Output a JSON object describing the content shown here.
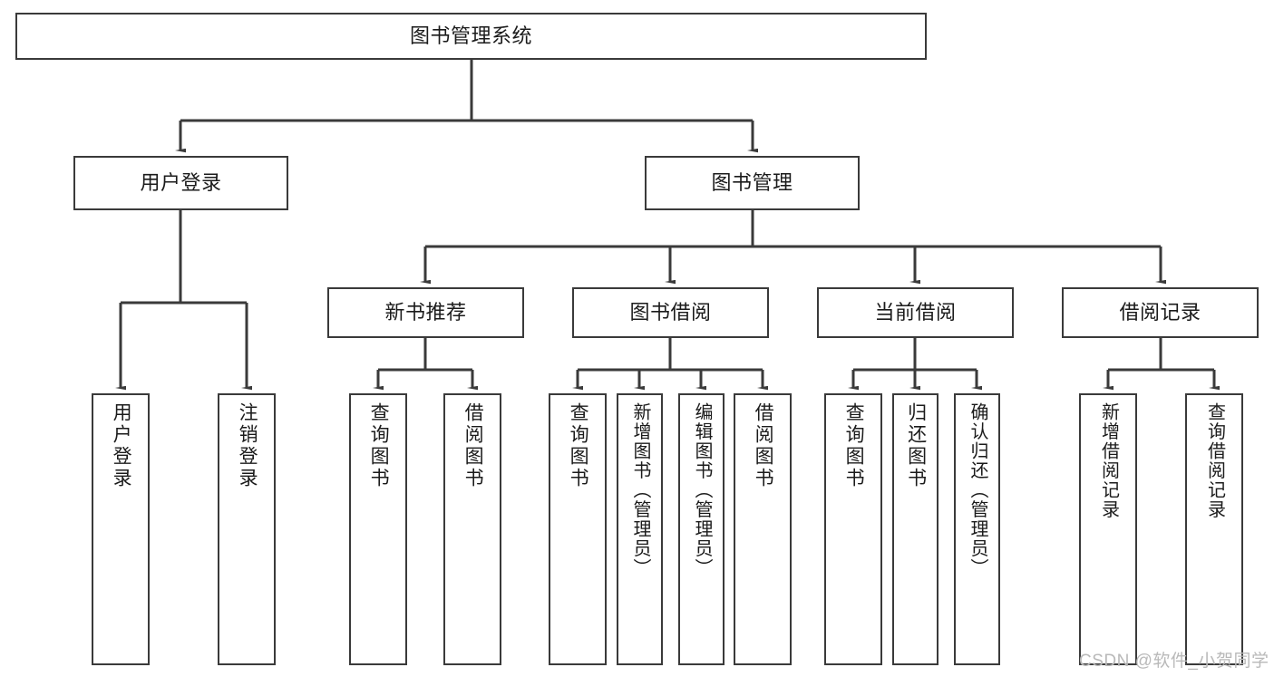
{
  "diagram": {
    "type": "tree-hierarchy",
    "title": "图书管理系统",
    "root": {
      "id": "root",
      "label": "图书管理系统"
    },
    "level2": [
      {
        "id": "user-login",
        "label": "用户登录"
      },
      {
        "id": "book-manage",
        "label": "图书管理"
      }
    ],
    "level3": [
      {
        "id": "new-book-recommend",
        "label": "新书推荐",
        "parent": "book-manage"
      },
      {
        "id": "book-borrow",
        "label": "图书借阅",
        "parent": "book-manage"
      },
      {
        "id": "current-borrow",
        "label": "当前借阅",
        "parent": "book-manage"
      },
      {
        "id": "borrow-record",
        "label": "借阅记录",
        "parent": "book-manage"
      }
    ],
    "leaves": [
      {
        "id": "leaf-user-login",
        "label": "用户登录",
        "parent": "user-login"
      },
      {
        "id": "leaf-logout-login",
        "label": "注销登录",
        "parent": "user-login"
      },
      {
        "id": "leaf-query-book-1",
        "label": "查询图书",
        "parent": "new-book-recommend"
      },
      {
        "id": "leaf-borrow-book-1",
        "label": "借阅图书",
        "parent": "new-book-recommend"
      },
      {
        "id": "leaf-query-book-2",
        "label": "查询图书",
        "parent": "book-borrow"
      },
      {
        "id": "leaf-add-book",
        "label": "新增图书（管理员）",
        "parent": "book-borrow"
      },
      {
        "id": "leaf-edit-book",
        "label": "编辑图书（管理员）",
        "parent": "book-borrow"
      },
      {
        "id": "leaf-borrow-book-2",
        "label": "借阅图书",
        "parent": "book-borrow"
      },
      {
        "id": "leaf-query-book-3",
        "label": "查询图书",
        "parent": "current-borrow"
      },
      {
        "id": "leaf-return-book",
        "label": "归还图书",
        "parent": "current-borrow"
      },
      {
        "id": "leaf-confirm-return",
        "label": "确认归还（管理员）",
        "parent": "current-borrow"
      },
      {
        "id": "leaf-add-record",
        "label": "新增借阅记录",
        "parent": "borrow-record"
      },
      {
        "id": "leaf-query-record",
        "label": "查询借阅记录",
        "parent": "borrow-record"
      }
    ],
    "watermark": "CSDN @软件_小贺同学",
    "colors": {
      "stroke": "#3a3a3a",
      "background": "#ffffff",
      "text": "#1b1b1b",
      "watermark": "#b9b9b9"
    }
  }
}
